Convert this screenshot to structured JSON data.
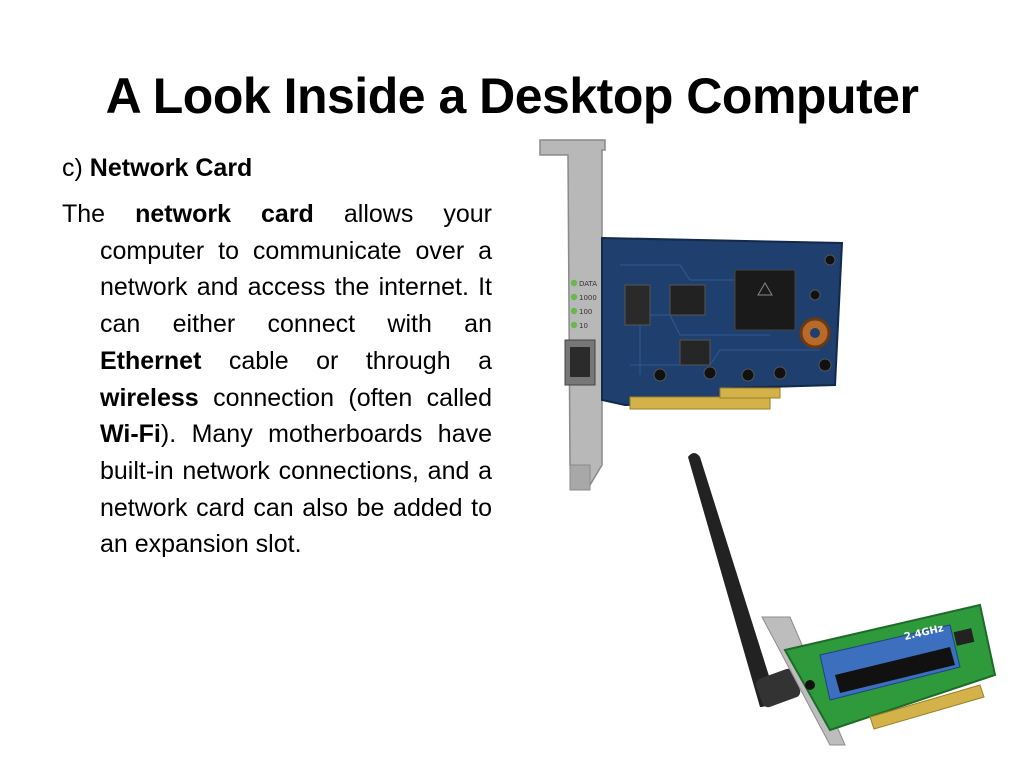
{
  "slide": {
    "title": "A Look Inside a Desktop Computer",
    "subhead_prefix": "c) ",
    "subhead_bold": "Network Card",
    "para": {
      "t1": "The ",
      "b1": "network card",
      "t2": " allows your computer to communicate over a network and access the internet. It can either connect with an ",
      "b2": "Ethernet",
      "t3": " cable or through a ",
      "b3": "wireless",
      "t4": " connection (often called ",
      "b4": "Wi-Fi",
      "t5": "). Many motherboards have built-in network connections, and a network card can also be added to an expansion slot."
    }
  },
  "images": {
    "wired_card": {
      "leds": [
        "DATA",
        "1000",
        "100",
        "10"
      ],
      "colors": {
        "pcb": "#1f3f6e",
        "bracket": "#b8b8b8",
        "gold": "#d4b24a"
      }
    },
    "wireless_card": {
      "label": "2.4GHz",
      "colors": {
        "pcb": "#2e9a3c",
        "antenna": "#222222",
        "sticker": "#3d6fbf"
      }
    }
  }
}
